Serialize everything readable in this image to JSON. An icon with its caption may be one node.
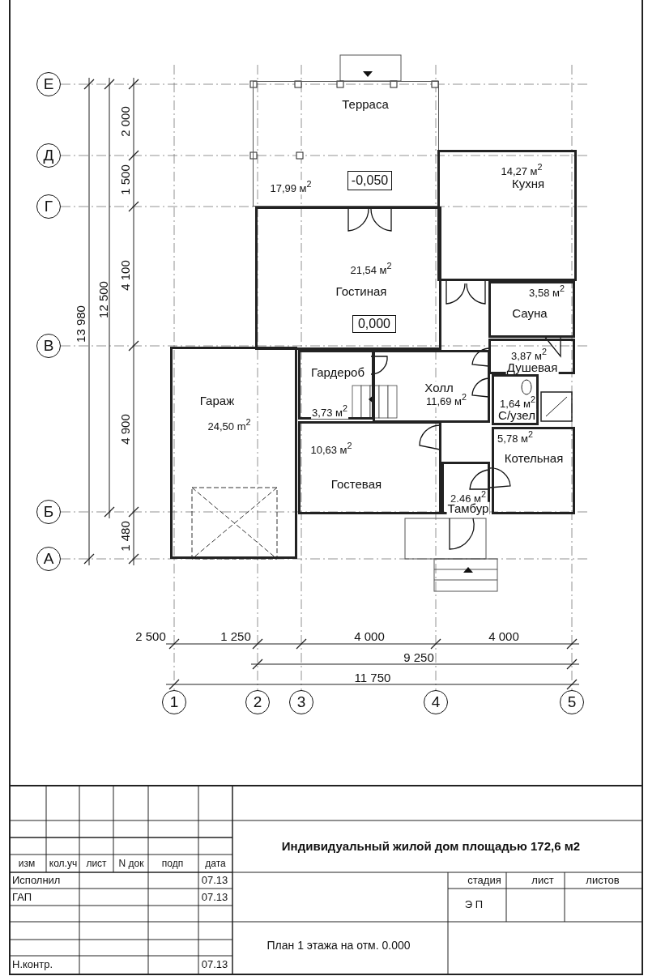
{
  "diagram": {
    "nodes": [
      {
        "text": [
          "Терраса",
          "17,99 м$^{2}$"
        ]
      },
      {
        "text": [
          "-0,050"
        ],
        "in": 0
      },
      {
        "text": [
          "14,27 м$^{2}$",
          "Кухня"
        ]
      },
      {
        "text": [
          "21,54 м$^{2}$",
          "Гостиная"
        ]
      },
      {
        "text": [
          "0,000"
        ],
        "in": 3
      },
      {
        "text": [
          "3,58 м$^{2}$",
          "Сауна"
        ]
      },
      {
        "text": [
          "Гардероб",
          "3,73 м$^{2}$"
        ]
      },
      {
        "text": [
          "3,87 м$^{2}$",
          "Душевая"
        ]
      },
      {
        "text": [
          "Холл",
          "11,69 м$^{2}$"
        ]
      },
      {
        "text": [
          "Гараж",
          "24,50 m$^{2}$"
        ]
      },
      {
        "text": [
          "1,64 м$^{2}$",
          "С/узел"
        ]
      },
      {
        "text": [
          "5,78 м$^{2}$",
          "Котельная"
        ]
      },
      {
        "text": [
          "10,63 м$^{2}$",
          "Гостевая"
        ]
      },
      {
        "text": [
          "2,46 м$^{2}$",
          "Тамбур"
        ]
      },
      {
        "text": [
          "Е"
        ]
      },
      {
        "text": [
          "Д"
        ]
      },
      {
        "text": [
          "Г"
        ]
      },
      {
        "text": [
          "В"
        ]
      },
      {
        "text": [
          "Б"
        ]
      },
      {
        "text": [
          "А"
        ]
      },
      {
        "text": [
          "1"
        ]
      },
      {
        "text": [
          "2"
        ]
      },
      {
        "text": [
          "3"
        ]
      },
      {
        "text": [
          "4"
        ]
      },
      {
        "text": [
          "5"
        ]
      }
    ],
    "labels": [
      "13 980",
      "12 500",
      "2 000",
      "1 500",
      "4 100",
      "4 900",
      "1 480",
      "2 500",
      "1 250",
      "4 000",
      "4 000",
      "9 250",
      "11 750",
      "Индивидуальный жилой дом площадью 172,6 м2",
      "изм",
      "кол.уч",
      "лист",
      "N док",
      "подп",
      "дата",
      "Исполнил",
      "07.13",
      "стадия",
      "лист",
      "листов",
      "ГАП",
      "07.13",
      "Э П",
      "План 1 этажа на отм. 0.000",
      "Н.контр.",
      "07.13"
    ]
  }
}
